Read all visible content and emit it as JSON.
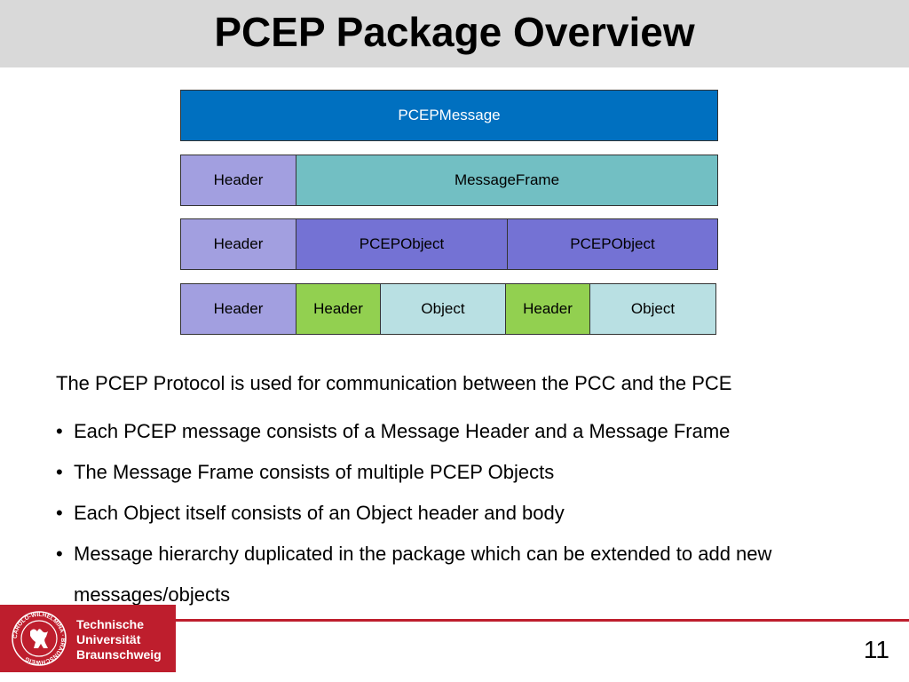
{
  "title": "PCEP Package Overview",
  "diagram": {
    "row1": [
      "PCEPMessage"
    ],
    "row2": [
      "Header",
      "MessageFrame"
    ],
    "row3": [
      "Header",
      "PCEPObject",
      "PCEPObject"
    ],
    "row4": [
      "Header",
      "Header",
      "Object",
      "Header",
      "Object"
    ]
  },
  "intro": "The PCEP Protocol is used for communication between the PCC and the PCE",
  "bullets": [
    "Each PCEP message consists of a Message Header and a Message Frame",
    "The Message Frame consists of multiple PCEP Objects",
    "Each Object itself consists of an Object header and body",
    "Message hierarchy duplicated in the package which can be extended to add new messages/objects"
  ],
  "logo": {
    "lines": [
      "Technische",
      "Universität",
      "Braunschweig"
    ],
    "seal_text": "CAROLO-WILHELMINA · BRAUNSCHWEIG"
  },
  "page_number": "11",
  "colors": {
    "title_bar": "#d9d9d9",
    "message": "#0070c0",
    "header": "#a29fe0",
    "frame": "#72bfc3",
    "pcep_object": "#7472d4",
    "object_header": "#92d050",
    "object": "#b9e0e3",
    "brand_red": "#be1e2d"
  }
}
